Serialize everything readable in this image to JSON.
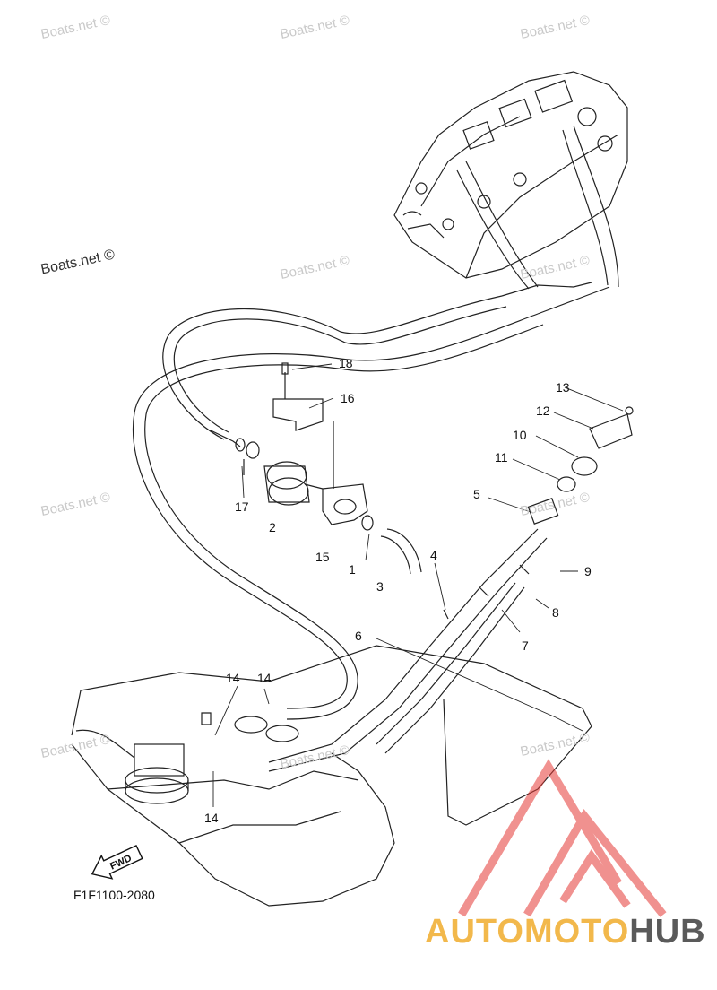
{
  "watermarks": {
    "site": "Boats.net ©",
    "site_strong": "Boats.net ©"
  },
  "callouts": {
    "c1": "1",
    "c2": "2",
    "c3": "3",
    "c4": "4",
    "c5": "5",
    "c6": "6",
    "c7": "7",
    "c8": "8",
    "c9": "9",
    "c10": "10",
    "c11": "11",
    "c12": "12",
    "c13": "13",
    "c14a": "14",
    "c14b": "14",
    "c14c": "14",
    "c15": "15",
    "c16": "16",
    "c17": "17",
    "c18": "18"
  },
  "fwd_label": "FWD",
  "diagram_code": "F1F1100-2080",
  "brand": {
    "part1": "AUTO",
    "part2": "MOTO",
    "part3": "HUB"
  },
  "colors": {
    "logo_red": "#e53935",
    "brand_orange": "#f2b84b",
    "brand_gray": "#5a5a5a"
  }
}
